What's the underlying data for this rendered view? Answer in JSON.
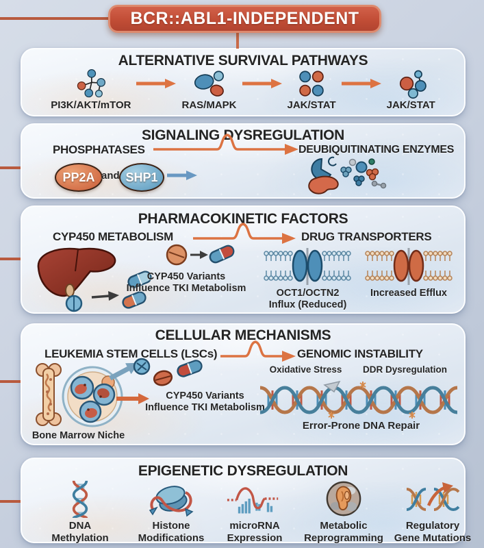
{
  "colors": {
    "accent_orange": "#dd7342",
    "banner_red": "#c4513a",
    "pathway_blue": "#4e8fb8",
    "pathway_orange": "#cc6346",
    "text": "#262626"
  },
  "banner": {
    "title": "BCR::ABL1-INDEPENDENT"
  },
  "panels": {
    "survival": {
      "title": "ALTERNATIVE SURVIVAL PATHWAYS",
      "items": [
        {
          "label": "PI3K/AKT/mTOR",
          "icon": "signaling-network-icon"
        },
        {
          "label": "RAS/MAPK",
          "icon": "protein-ovals-icon"
        },
        {
          "label": "JAK/STAT",
          "icon": "protein-grid-icon"
        },
        {
          "label": "JAK/STAT",
          "icon": "protein-cluster-icon"
        }
      ]
    },
    "signaling": {
      "title": "SIGNALING DYSREGULATION",
      "left_heading": "PHOSPHATASES",
      "right_heading": "DEUBIQUITINATING ENZYMES",
      "pp2a_label": "PP2A",
      "conjunction": "and",
      "shp1_label": "SHP1"
    },
    "pharmacokinetic": {
      "title": "PHARMACOKINETIC FACTORS",
      "left_heading": "CYP450 METABOLISM",
      "right_heading": "DRUG TRANSPORTERS",
      "note_line1": "CYP450 Variants",
      "note_line2": "Influence TKI Metabolism",
      "influx_line1": "OCT1/OCTN2",
      "influx_line2": "Influx (Reduced)",
      "efflux_label": "Increased Efflux"
    },
    "cellular": {
      "title": "CELLULAR MECHANISMS",
      "left_heading": "LEUKEMIA STEM CELLS (LSCs)",
      "right_heading": "GENOMIC INSTABILITY",
      "note_line1": "CYP450 Variants",
      "note_line2": "Influence TKI Metabolism",
      "bone_marrow_label": "Bone Marrow Niche",
      "oxidative_label": "Oxidative Stress",
      "ddr_label": "DDR Dysregulation",
      "repair_label": "Error-Prone DNA Repair"
    },
    "epigenetic": {
      "title": "EPIGENETIC DYSREGULATION",
      "items": [
        {
          "line1": "DNA",
          "line2": "Methylation"
        },
        {
          "line1": "Histone",
          "line2": "Modifications"
        },
        {
          "line1": "microRNA",
          "line2": "Expression"
        },
        {
          "line1": "Metabolic",
          "line2": "Reprogramming"
        },
        {
          "line1": "Regulatory",
          "line2": "Gene Mutations"
        }
      ]
    }
  }
}
